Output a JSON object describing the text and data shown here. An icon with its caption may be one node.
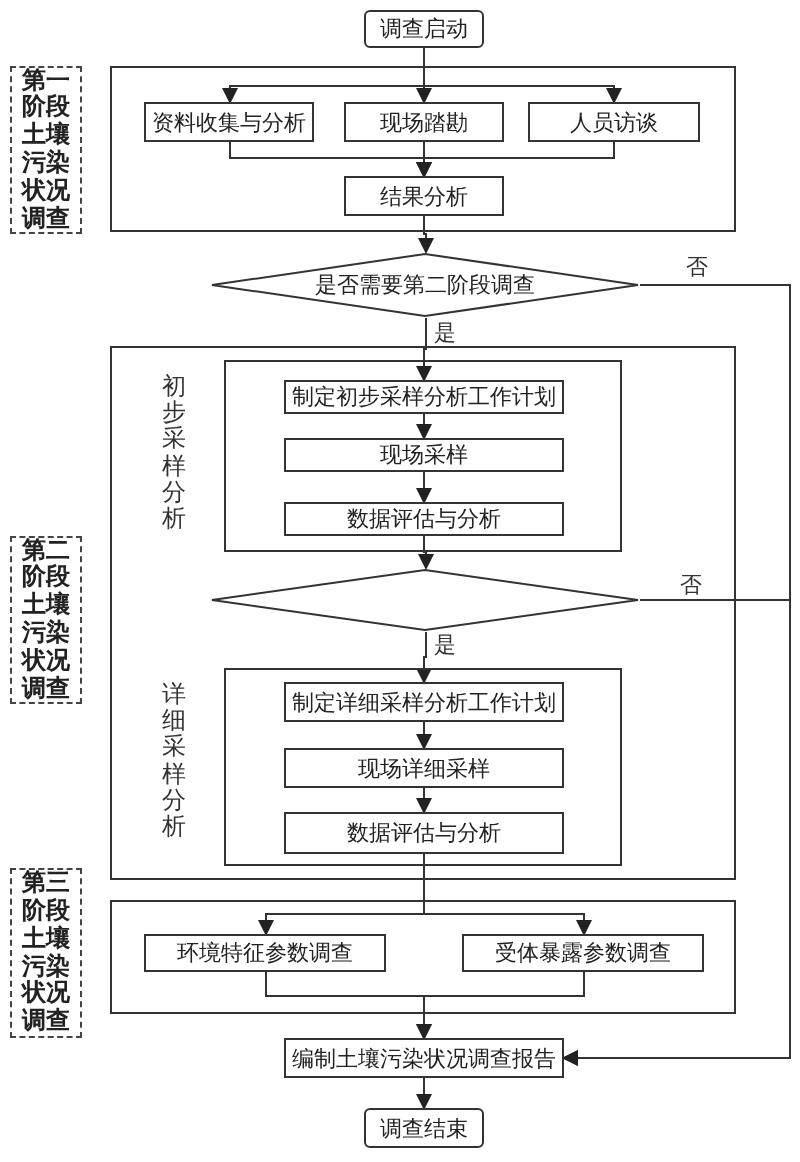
{
  "diagram": {
    "nodes": [
      {
        "text": [
          "调查启动"
        ]
      },
      {
        "text": [
          "第一阶段土壤污染状况调查"
        ]
      },
      {
        "text": [],
        "shape": "box"
      },
      {
        "text": [
          "资料收集与分析"
        ],
        "in": 2
      },
      {
        "text": [
          "现场踏勘"
        ],
        "in": 2
      },
      {
        "text": [
          "人员访谈"
        ],
        "in": 2
      },
      {
        "text": [
          "结果分析"
        ],
        "in": 2
      },
      {
        "text": [
          "是否需要第二阶段调查"
        ]
      },
      {
        "text": [
          "第二阶段土壤污染状况调查"
        ]
      },
      {
        "text": [],
        "shape": "box"
      },
      {
        "text": [
          "初步采样分析"
        ],
        "in": 9
      },
      {
        "text": [
          "制定初步采样分析工作计划"
        ],
        "in": 10
      },
      {
        "text": [
          "现场采样"
        ],
        "in": 10
      },
      {
        "text": [
          "数据评估与分析"
        ],
        "in": 10
      },
      {
        "text": [],
        "shape": "diamond",
        "in": 9
      },
      {
        "text": [
          "详细采样分析"
        ],
        "in": 9
      },
      {
        "text": [
          "制定详细采样分析工作计划"
        ],
        "in": 15
      },
      {
        "text": [
          "现场详细采样"
        ],
        "in": 15
      },
      {
        "text": [
          "数据评估与分析"
        ],
        "in": 15
      },
      {
        "text": [
          "第三阶段土壤污染状况调查"
        ]
      },
      {
        "text": [],
        "shape": "box"
      },
      {
        "text": [
          "环境特征参数调查"
        ],
        "in": 20
      },
      {
        "text": [
          "受体暴露参数调查"
        ],
        "in": 20
      },
      {
        "text": [
          "编制土壤污染状况调查报告"
        ]
      },
      {
        "text": [
          "调查结束"
        ]
      }
    ],
    "edges": [
      {
        "from": 0,
        "to": 3,
        "arrow": "to"
      },
      {
        "from": 0,
        "to": 4,
        "arrow": "to"
      },
      {
        "from": 0,
        "to": 5,
        "arrow": "to"
      },
      {
        "from": 3,
        "to": 6,
        "arrow": "to"
      },
      {
        "from": 4,
        "to": 6,
        "arrow": "to"
      },
      {
        "from": 5,
        "to": 6,
        "arrow": "to"
      },
      {
        "from": 6,
        "to": 7,
        "arrow": "to"
      },
      {
        "from": 7,
        "to": 11,
        "arrow": "to",
        "label": "是"
      },
      {
        "from": 7,
        "to": 23,
        "arrow": "to",
        "label": "否"
      },
      {
        "from": 11,
        "to": 12,
        "arrow": "to"
      },
      {
        "from": 12,
        "to": 13,
        "arrow": "to"
      },
      {
        "from": 13,
        "to": 14,
        "arrow": "to"
      },
      {
        "from": 14,
        "to": 16,
        "arrow": "to",
        "label": "是"
      },
      {
        "from": 14,
        "to": 23,
        "arrow": "to",
        "label": "否"
      },
      {
        "from": 16,
        "to": 17,
        "arrow": "to"
      },
      {
        "from": 17,
        "to": 18,
        "arrow": "to"
      },
      {
        "from": 18,
        "to": 21,
        "arrow": "to"
      },
      {
        "from": 18,
        "to": 22,
        "arrow": "to"
      },
      {
        "from": 21,
        "to": 23,
        "arrow": "to"
      },
      {
        "from": 22,
        "to": 23,
        "arrow": "to"
      },
      {
        "from": 23,
        "to": 24,
        "arrow": "to"
      }
    ]
  }
}
